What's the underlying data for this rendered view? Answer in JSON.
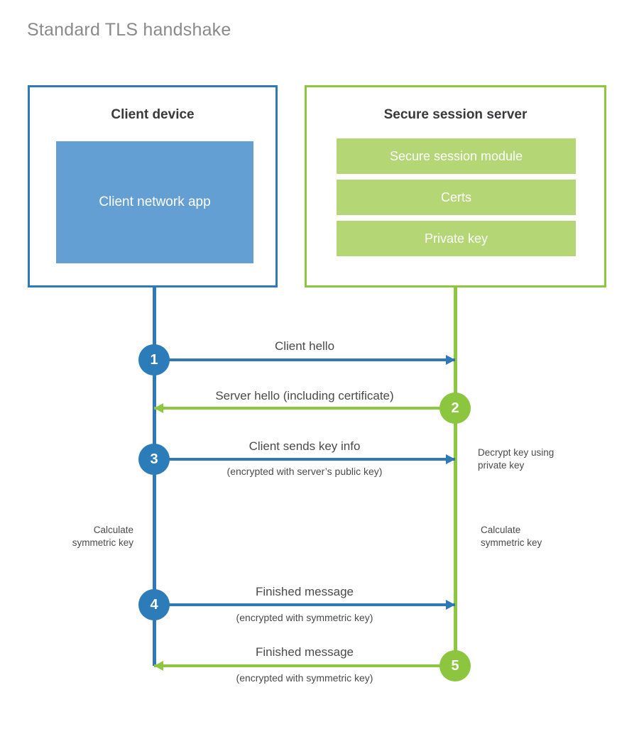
{
  "title": "Standard TLS handshake",
  "colors": {
    "client_border": "#2f79ba",
    "client_app_fill": "#649fd3",
    "server_border": "#8dc63f",
    "server_module_fill": "#b5d675",
    "blue_arrow": "#2f79ba",
    "green_arrow": "#8dc63f",
    "blue_circle": "#2b7cb9",
    "green_circle": "#8cc63e",
    "title_text": "#8a8a8a",
    "body_text": "#4a4a4c",
    "heading_text": "#39393b"
  },
  "client": {
    "title": "Client device",
    "app_label": "Client network app"
  },
  "server": {
    "title": "Secure session server",
    "modules": [
      "Secure session module",
      "Certs",
      "Private key"
    ]
  },
  "steps": [
    {
      "number": "1",
      "direction": "client-to-server",
      "label": "Client hello",
      "sublabel": ""
    },
    {
      "number": "2",
      "direction": "server-to-client",
      "label": "Server hello (including certificate)",
      "sublabel": ""
    },
    {
      "number": "3",
      "direction": "client-to-server",
      "label": "Client sends key info",
      "sublabel": "(encrypted with server’s public key)"
    },
    {
      "number": "4",
      "direction": "client-to-server",
      "label": "Finished message",
      "sublabel": "(encrypted with symmetric key)"
    },
    {
      "number": "5",
      "direction": "server-to-client",
      "label": "Finished message",
      "sublabel": "(encrypted with symmetric key)"
    }
  ],
  "annotations": {
    "decrypt_key": "Decrypt key using\nprivate key",
    "client_calculate": "Calculate\nsymmetric key",
    "server_calculate": "Calculate\nsymmetric key"
  }
}
